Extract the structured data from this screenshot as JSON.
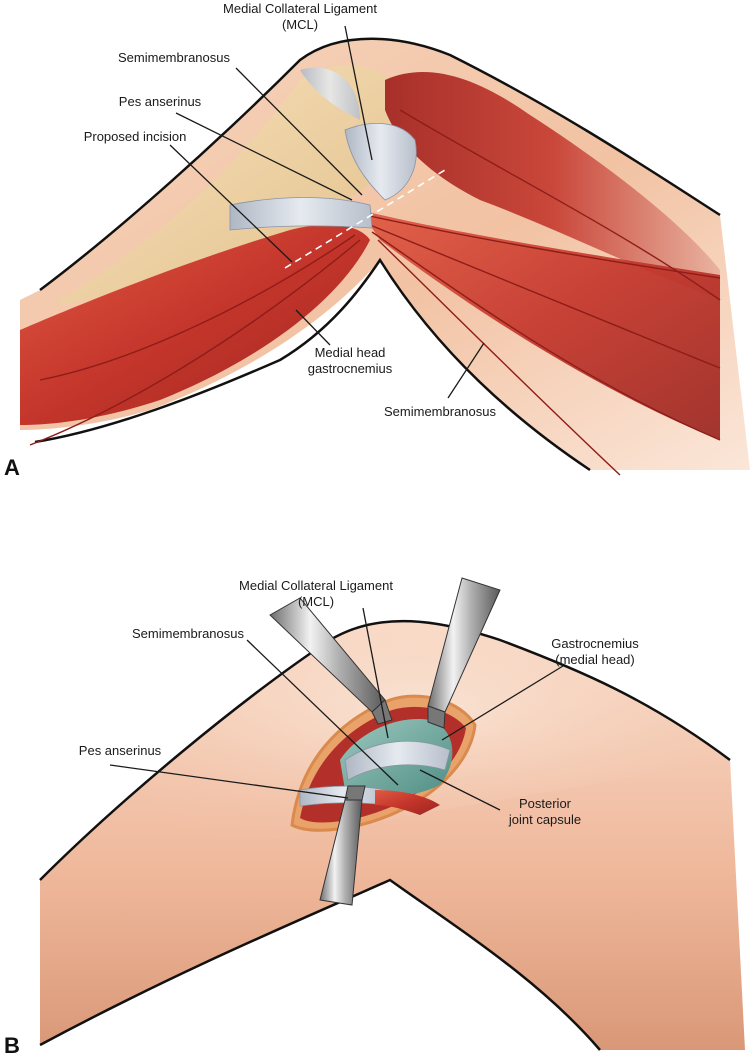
{
  "panel_a": {
    "letter": "A",
    "labels": {
      "mcl_line1": "Medial Collateral Ligament",
      "mcl_line2": "(MCL)",
      "semimembranosus_top": "Semimembranosus",
      "pes_anserinus": "Pes anserinus",
      "proposed_incision": "Proposed incision",
      "medial_head_line1": "Medial head",
      "medial_head_line2": "gastrocnemius",
      "semimembranosus_bottom": "Semimembranosus"
    }
  },
  "panel_b": {
    "letter": "B",
    "labels": {
      "mcl_line1": "Medial Collateral Ligament",
      "mcl_line2": "(MCL)",
      "semimembranosus": "Semimembranosus",
      "gastrocnemius_line1": "Gastrocnemius",
      "gastrocnemius_line2": "(medial head)",
      "pes_anserinus": "Pes anserinus",
      "posterior_line1": "Posterior",
      "posterior_line2": "joint capsule"
    }
  },
  "colors": {
    "skin": "#f3c8ab",
    "muscle": "#c8392f",
    "ligament": "#c9ced6",
    "bone": "#efd6a8",
    "capsule": "#7fb2a8",
    "retractor": "#9a9a9a"
  }
}
